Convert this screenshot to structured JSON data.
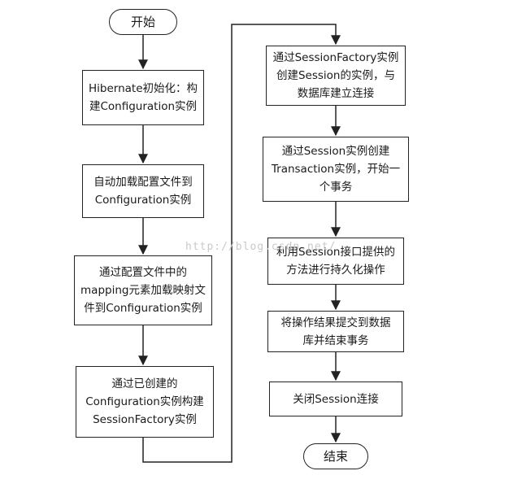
{
  "flowchart": {
    "nodes": {
      "start": "开始",
      "init": "Hibernate初始化：构\n建Configuration实例",
      "autoload": "自动加载配置文件到\nConfiguration实例",
      "mapping": "通过配置文件中的\nmapping元素加载映射文\n件到Configuration实例",
      "build_factory": "通过已创建的\nConfiguration实例构建\nSessionFactory实例",
      "create_session": "通过SessionFactory实例\n创建Session的实例，与\n数据库建立连接",
      "create_tx": "通过Session实例创建\nTransaction实例，开始一\n个事务",
      "persist": "利用Session接口提供的\n方法进行持久化操作",
      "commit": "将操作结果提交到数据\n库并结束事务",
      "close": "关闭Session连接",
      "end": "结束"
    },
    "edges": [
      [
        "start",
        "init"
      ],
      [
        "init",
        "autoload"
      ],
      [
        "autoload",
        "mapping"
      ],
      [
        "mapping",
        "build_factory"
      ],
      [
        "build_factory",
        "create_session"
      ],
      [
        "create_session",
        "create_tx"
      ],
      [
        "create_tx",
        "persist"
      ],
      [
        "persist",
        "commit"
      ],
      [
        "commit",
        "close"
      ],
      [
        "close",
        "end"
      ]
    ]
  },
  "watermark": "http://blog.csdn.net/"
}
